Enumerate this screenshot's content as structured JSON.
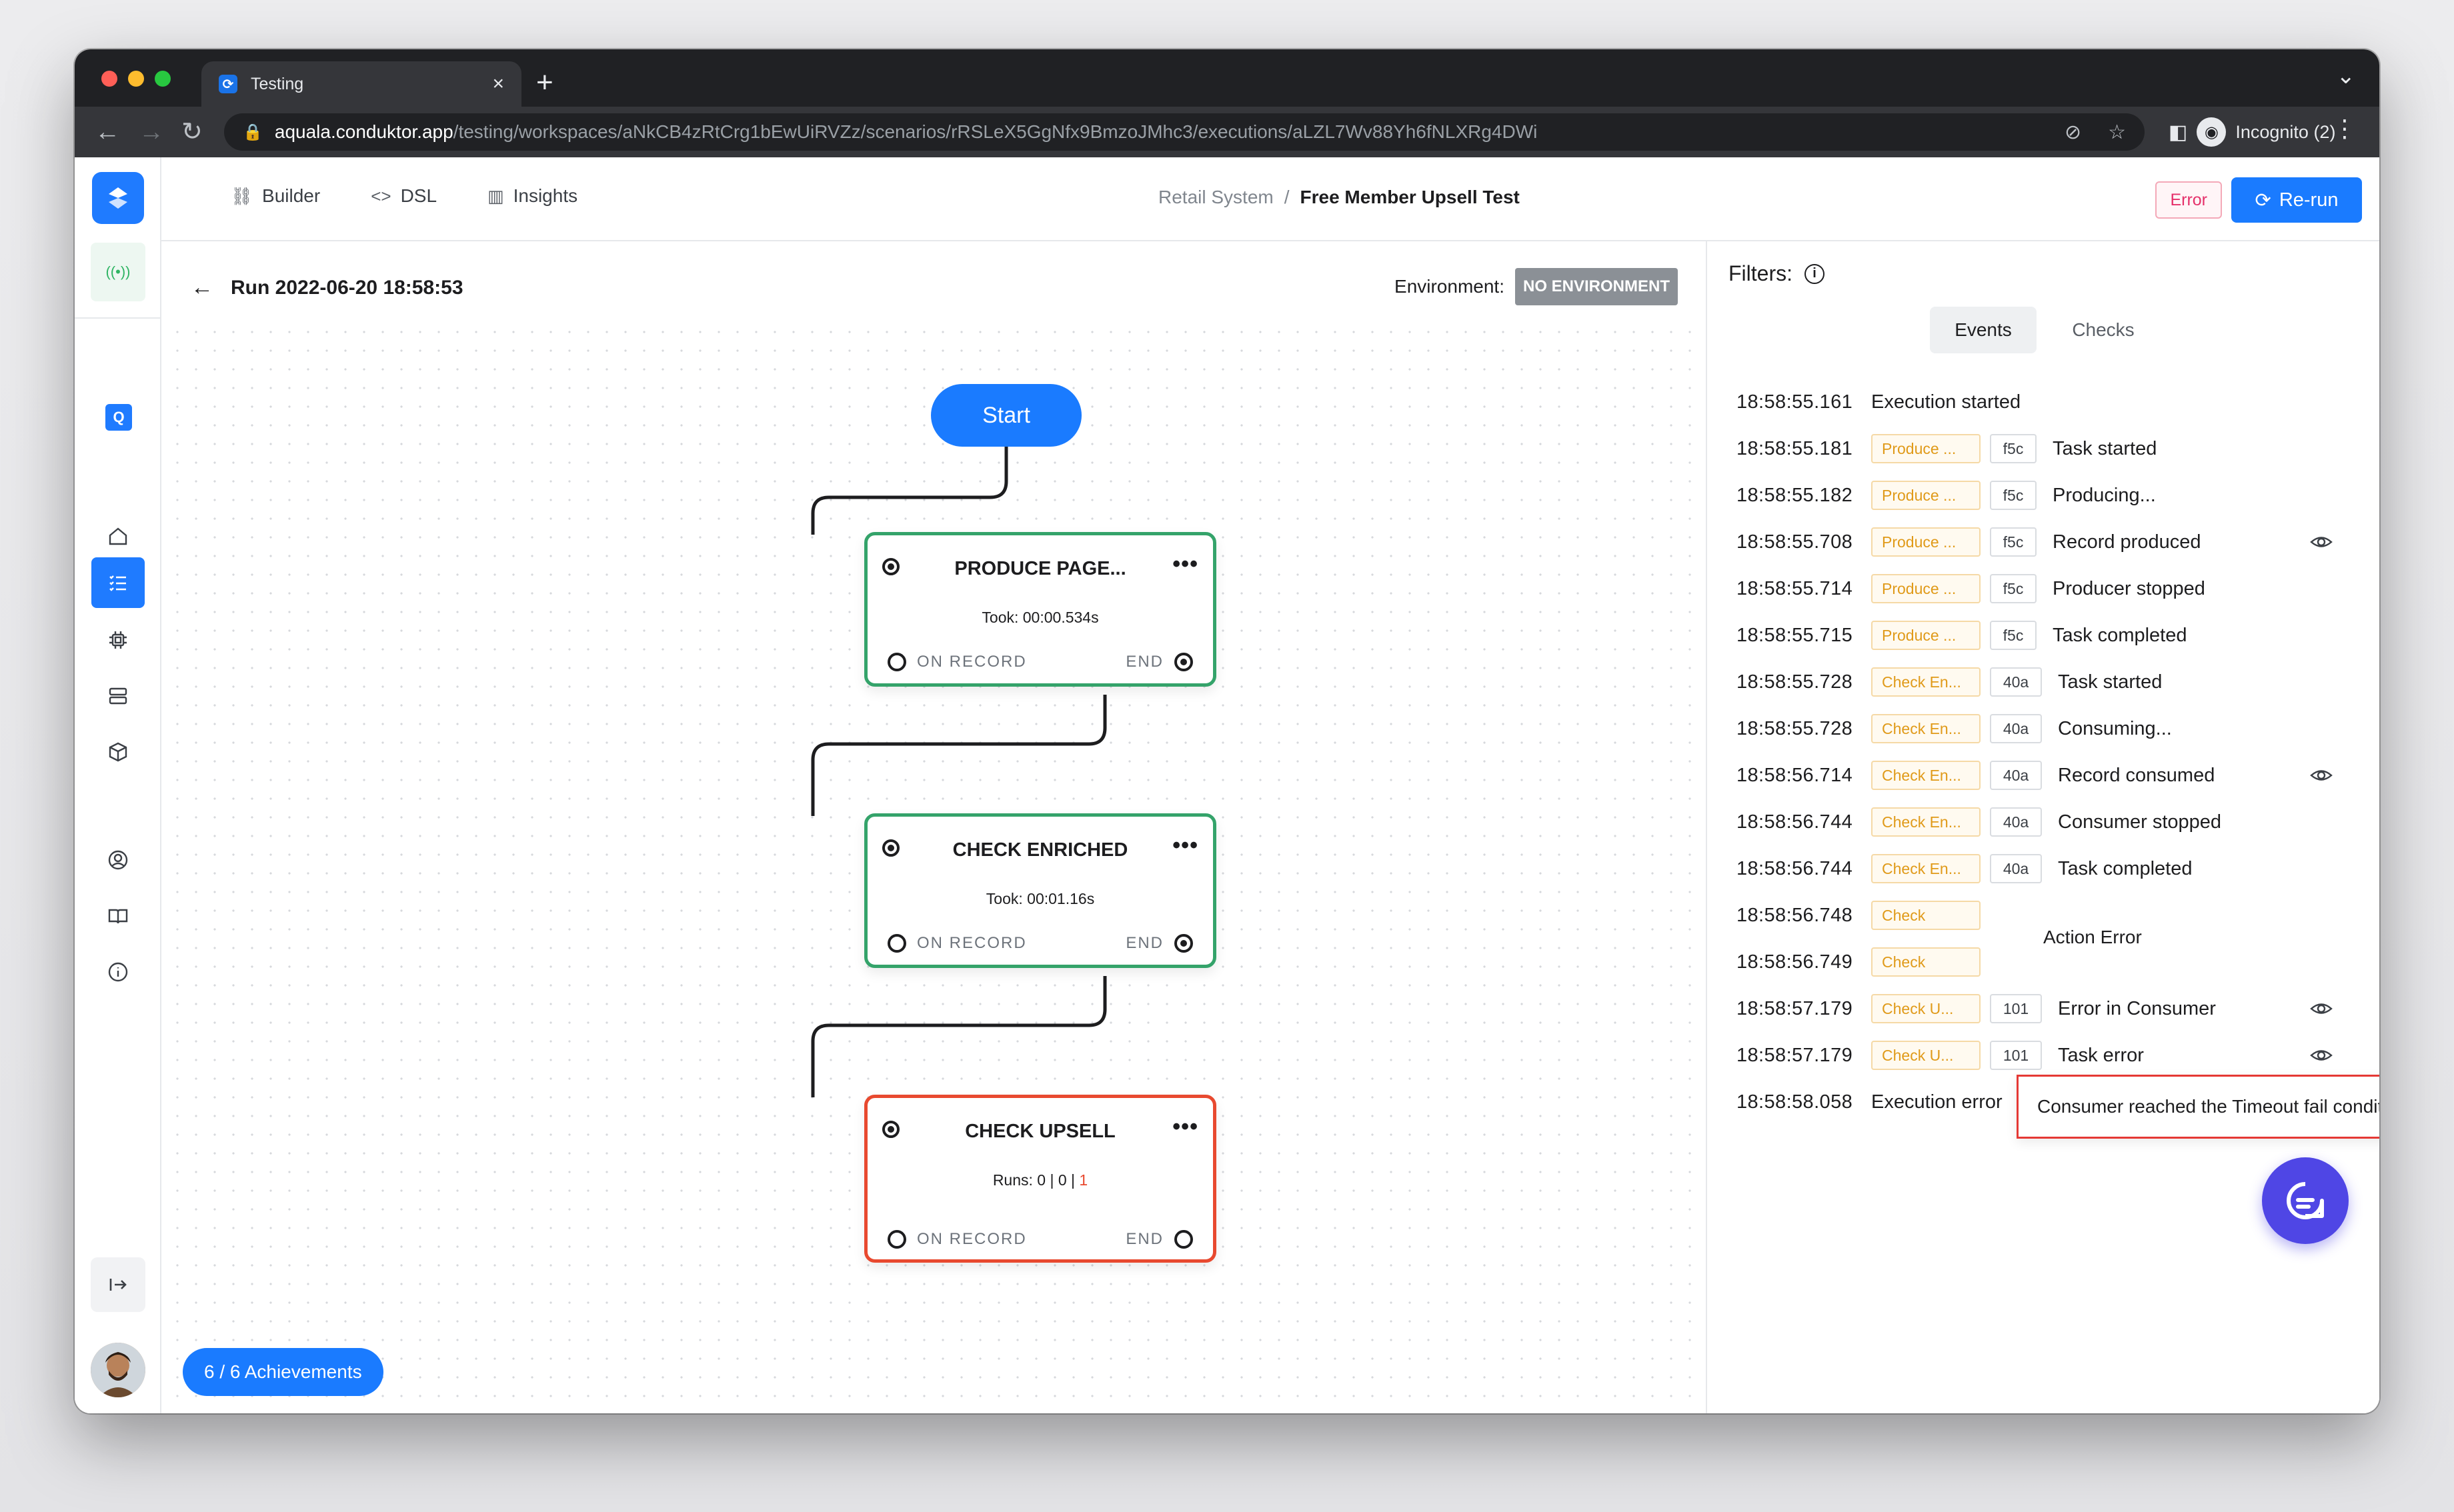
{
  "browser": {
    "tab_title": "Testing",
    "url_host": "aquala.conduktor.app",
    "url_path": "/testing/workspaces/aNkCB4zRtCrg1bEwUiRVZz/scenarios/rRSLeX5GgNfx9BmzoJMhc3/executions/aLZL7Wv88Yh6fNLXRg4DWi",
    "profile_label": "Incognito (2)"
  },
  "header": {
    "nav": [
      {
        "label": "Builder",
        "icon": "builder-icon"
      },
      {
        "label": "DSL",
        "icon": "code-icon"
      },
      {
        "label": "Insights",
        "icon": "chart-icon"
      }
    ],
    "breadcrumb_parent": "Retail System",
    "breadcrumb_sep": "/",
    "breadcrumb_current": "Free Member Upsell Test",
    "status_badge": "Error",
    "rerun_label": "Re-run"
  },
  "sidebar": {
    "q_label": "Q",
    "signal_label": "((•))"
  },
  "run": {
    "title": "Run 2022-06-20 18:58:53",
    "env_label": "Environment:",
    "env_value": "NO ENVIRONMENT"
  },
  "flow": {
    "start_label": "Start",
    "nodes": [
      {
        "title": "PRODUCE PAGE...",
        "sub": "Took: 00:00.534s",
        "left": "ON RECORD",
        "right": "END",
        "status": "success"
      },
      {
        "title": "CHECK ENRICHED",
        "sub": "Took: 00:01.16s",
        "left": "ON RECORD",
        "right": "END",
        "status": "success"
      },
      {
        "title": "CHECK UPSELL",
        "sub_prefix": "Runs: 0 | 0 | ",
        "sub_fail": "1",
        "left": "ON RECORD",
        "right": "END",
        "status": "error"
      }
    ],
    "menu_glyph": "•••",
    "achievements": "6 / 6 Achievements"
  },
  "panel": {
    "filters_label": "Filters:",
    "tabs": [
      "Events",
      "Checks"
    ],
    "events": [
      {
        "time": "18:58:55.161",
        "tag": "",
        "id": "",
        "text": "Execution started",
        "eye": false
      },
      {
        "time": "18:58:55.181",
        "tag": "Produce ...",
        "id": "f5c",
        "text": "Task started",
        "eye": false
      },
      {
        "time": "18:58:55.182",
        "tag": "Produce ...",
        "id": "f5c",
        "text": "Producing...",
        "eye": false
      },
      {
        "time": "18:58:55.708",
        "tag": "Produce ...",
        "id": "f5c",
        "text": "Record produced",
        "eye": true
      },
      {
        "time": "18:58:55.714",
        "tag": "Produce ...",
        "id": "f5c",
        "text": "Producer stopped",
        "eye": false
      },
      {
        "time": "18:58:55.715",
        "tag": "Produce ...",
        "id": "f5c",
        "text": "Task completed",
        "eye": false
      },
      {
        "time": "18:58:55.728",
        "tag": "Check En...",
        "id": "40a",
        "text": "Task started",
        "eye": false
      },
      {
        "time": "18:58:55.728",
        "tag": "Check En...",
        "id": "40a",
        "text": "Consuming...",
        "eye": false
      },
      {
        "time": "18:58:56.714",
        "tag": "Check En...",
        "id": "40a",
        "text": "Record consumed",
        "eye": true
      },
      {
        "time": "18:58:56.744",
        "tag": "Check En...",
        "id": "40a",
        "text": "Consumer stopped",
        "eye": false
      },
      {
        "time": "18:58:56.744",
        "tag": "Check En...",
        "id": "40a",
        "text": "Task completed",
        "eye": false
      },
      {
        "time": "18:58:56.748",
        "tag": "Check",
        "id": "",
        "text": "",
        "eye": false
      },
      {
        "time": "18:58:56.749",
        "tag": "Check",
        "id": "",
        "text": "",
        "eye": false
      },
      {
        "time": "18:58:57.179",
        "tag": "Check U...",
        "id": "101",
        "text": "Error in Consumer",
        "eye": true
      },
      {
        "time": "18:58:57.179",
        "tag": "Check U...",
        "id": "101",
        "text": "Task error",
        "eye": true
      },
      {
        "time": "18:58:58.058",
        "tag": "",
        "id": "",
        "text": "Execution error",
        "eye": false
      }
    ],
    "tooltip_title": "Action Error",
    "tooltip_text": "Consumer reached the Timeout fail condition"
  },
  "colors": {
    "accent": "#1a7bff",
    "success": "#34a36a",
    "error": "#e8492f",
    "tag_orange": "#e09a19"
  }
}
